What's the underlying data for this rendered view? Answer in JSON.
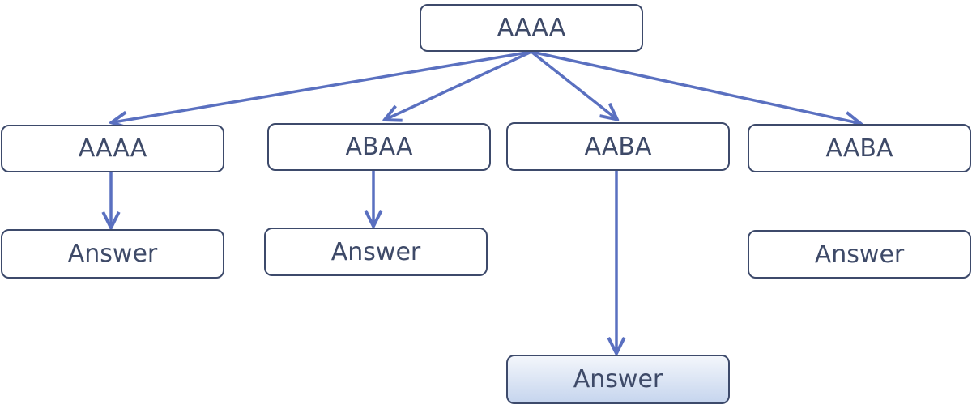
{
  "colors": {
    "arrow": "#5a70c0",
    "border": "#3d4a6b",
    "text": "#3e4a68",
    "highlight_fill": "#c6d5ee"
  },
  "nodes": {
    "root": "AAAA",
    "level1": [
      "AAAA",
      "ABAA",
      "AABA",
      "AABA"
    ],
    "answers": [
      "Answer",
      "Answer",
      "Answer",
      "Answer"
    ]
  }
}
